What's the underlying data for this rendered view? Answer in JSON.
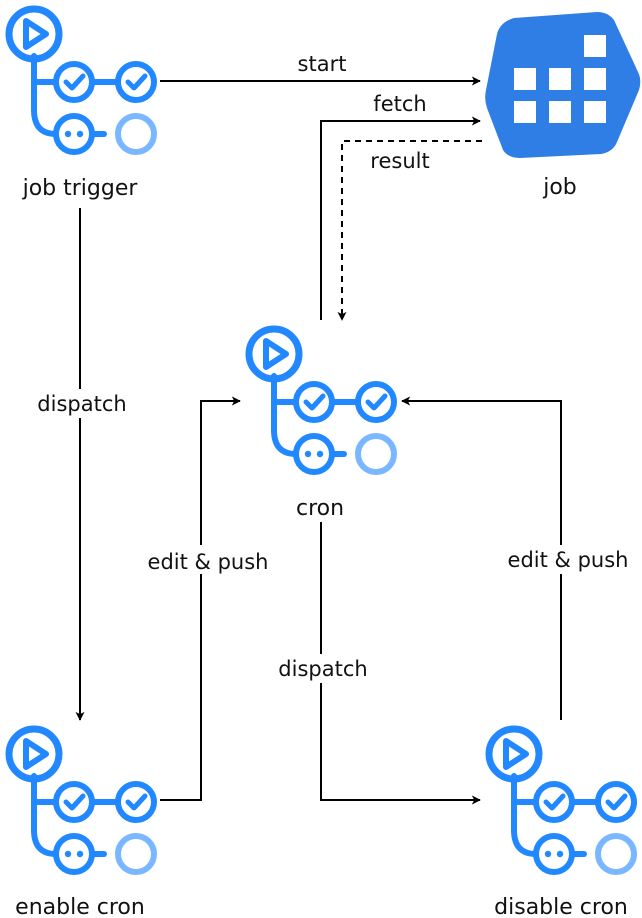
{
  "colors": {
    "workflow_blue": "#2188ff",
    "workflow_light": "#79b8ff",
    "job_blue": "#2f7ee6",
    "edge": "#000000",
    "background": "#ffffff"
  },
  "icons": {
    "workflow": "github-actions-workflow-icon",
    "job": "kubernetes-job-icon"
  },
  "nodes": {
    "job_trigger": {
      "label": "job trigger"
    },
    "job": {
      "label": "job"
    },
    "cron": {
      "label": "cron"
    },
    "enable_cron": {
      "label": "enable cron"
    },
    "disable_cron": {
      "label": "disable cron"
    }
  },
  "edges": {
    "start": "start",
    "fetch": "fetch",
    "result": "result",
    "dispatch_trigger": "dispatch",
    "dispatch_cron": "dispatch",
    "edit_push_enable": "edit & push",
    "edit_push_disable": "edit & push"
  }
}
